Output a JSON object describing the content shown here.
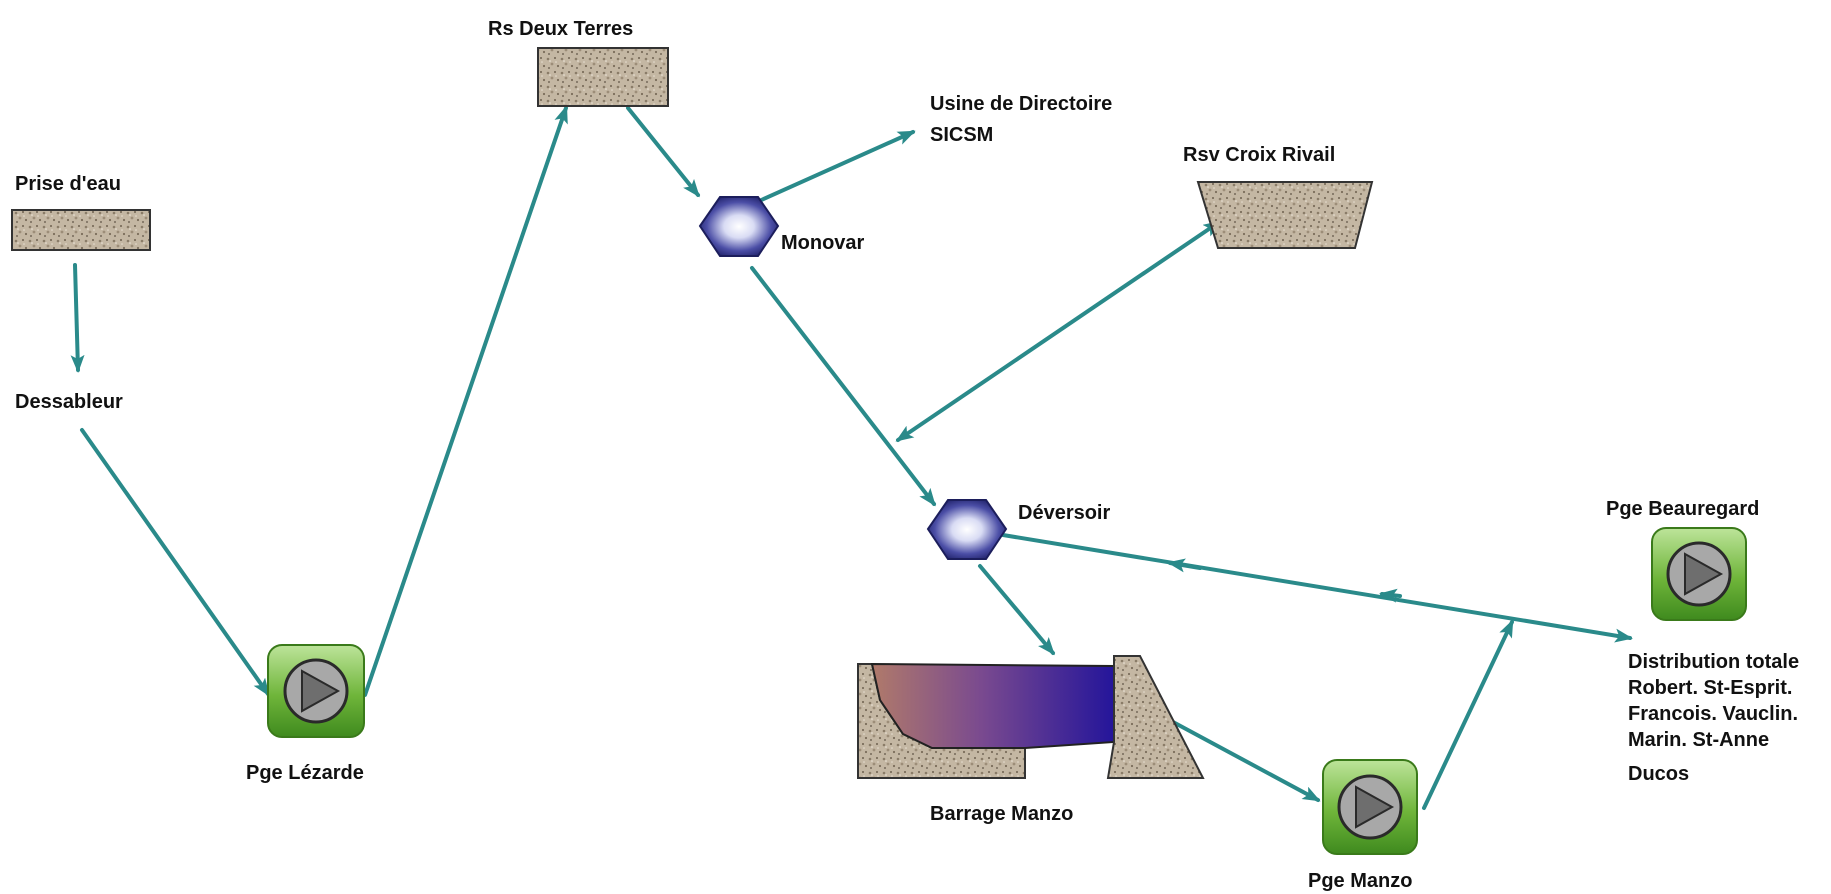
{
  "nodes": {
    "prise_eau": "Prise d'eau",
    "dessableur": "Dessableur",
    "pge_lezarde": "Pge Lézarde",
    "rs_deux_terres": "Rs Deux Terres",
    "usine_line1": "Usine de Directoire",
    "usine_line2": "SICSM",
    "monovar": "Monovar",
    "rsv_croix_rivail": "Rsv Croix Rivail",
    "deversoir": "Déversoir",
    "barrage_manzo": "Barrage Manzo",
    "pge_manzo": "Pge Manzo",
    "pge_beauregard": "Pge Beauregard",
    "distribution_line1": "Distribution totale",
    "distribution_line2": "Robert. St-Esprit.",
    "distribution_line3": "Francois. Vauclin.",
    "distribution_line4": "Marin. St-Anne",
    "distribution_line5": "Ducos"
  },
  "colors": {
    "connector": "#2a8a8a",
    "pump_green": "#6fb53a",
    "valve_blue": "#2d2f86",
    "reservoir_gravel": "#b9ab96",
    "dam_water": "#3b1f8a"
  },
  "icons": {
    "pump": "pump-play-icon",
    "valve": "hexagon-valve-icon",
    "reservoir": "gravel-tank-icon",
    "dam": "dam-reservoir-icon"
  }
}
